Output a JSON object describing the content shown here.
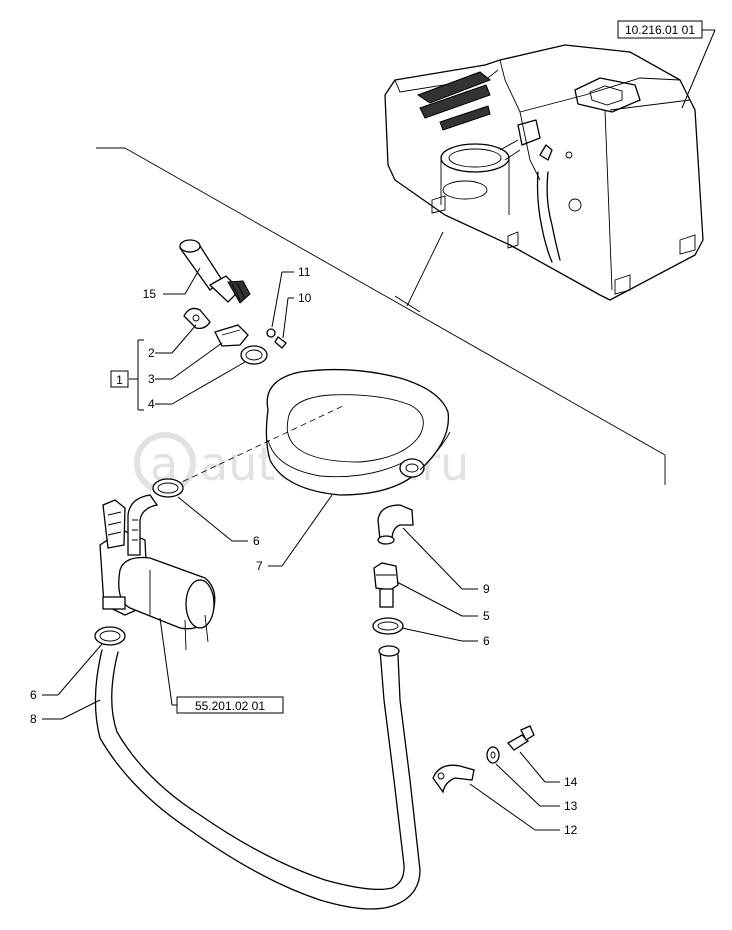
{
  "watermark": "autopiter.ru",
  "references": {
    "tank": "10.216.01 01",
    "pump": "55.201.02 01"
  },
  "kit_label": "1",
  "callouts": {
    "c2": "2",
    "c3": "3",
    "c4": "4",
    "c5": "5",
    "c6a": "6",
    "c6b": "6",
    "c6c": "6",
    "c7": "7",
    "c8": "8",
    "c9": "9",
    "c10": "10",
    "c11": "11",
    "c12": "12",
    "c13": "13",
    "c14": "14",
    "c15": "15"
  }
}
